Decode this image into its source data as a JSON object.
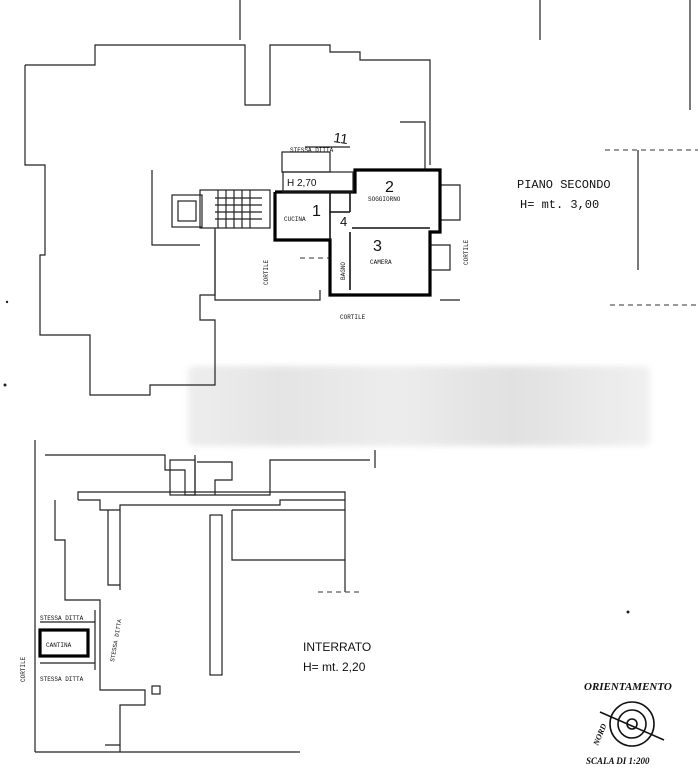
{
  "floor_upper": {
    "title": "PIANO SECONDO",
    "height": "H= mt. 3,00",
    "unit_number": "11",
    "room_labels": {
      "cucina": "CUCINA",
      "soggiorno": "SOGGIORNO",
      "camera": "CAMERA",
      "bagno": "BAGNO",
      "cortile_left": "CORTILE",
      "cortile_bottom": "CORTILE",
      "cortile_right": "CORTILE",
      "stessa_ditta": "STESSA DITTA",
      "h": "H 2,70"
    },
    "room_numbers": [
      "1",
      "2",
      "3",
      "4"
    ]
  },
  "floor_basement": {
    "title": "INTERRATO",
    "height": "H= mt. 2,20",
    "labels": {
      "stessa_ditta_top": "STESSA DITTA",
      "cantina": "CANTINA",
      "stessa_ditta_bottom": "STESSA DITTA",
      "stessa_ditta_side": "STESSA DITTA",
      "cortile": "CORTILE"
    }
  },
  "orientation": {
    "label": "ORIENTAMENTO",
    "north": "NORD",
    "scale": "SCALA DI 1:200"
  },
  "colors": {
    "ink": "#111111",
    "paper": "#ffffff"
  }
}
